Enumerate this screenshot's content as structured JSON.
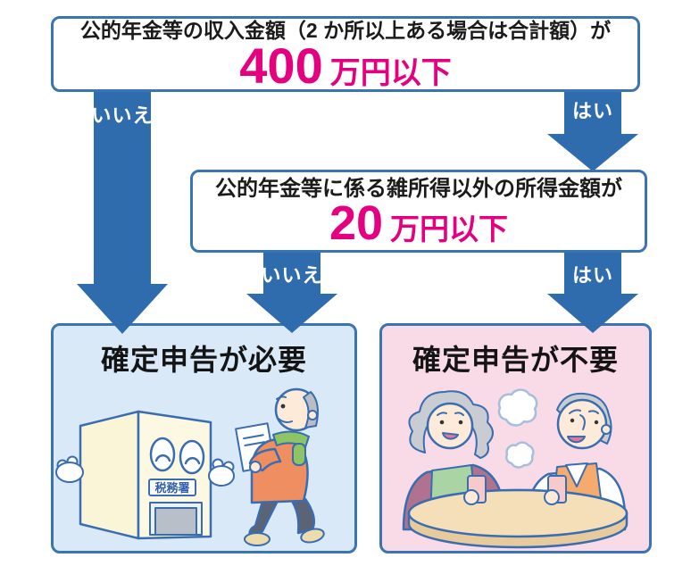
{
  "colors": {
    "accent_magenta": "#e4007f",
    "arrow_blue": "#2e6cae",
    "border_blue": "#3b74b2",
    "result_required_bg": "#d9e9f8",
    "result_not_required_bg": "#f9dbe7"
  },
  "box1": {
    "question": "公的年金等の収入金額（2 か所以上ある場合は合計額）が",
    "amount": "400",
    "unit": "万円以下"
  },
  "box2": {
    "question": "公的年金等に係る雑所得以外の所得金額が",
    "amount": "20",
    "unit": "万円以下"
  },
  "arrows": {
    "no1": "いいえ",
    "yes1": "はい",
    "no2": "いいえ",
    "yes2": "はい"
  },
  "results": {
    "required": {
      "title": "確定申告が必要",
      "sign": "税務署"
    },
    "not_required": {
      "title": "確定申告が不要"
    }
  }
}
